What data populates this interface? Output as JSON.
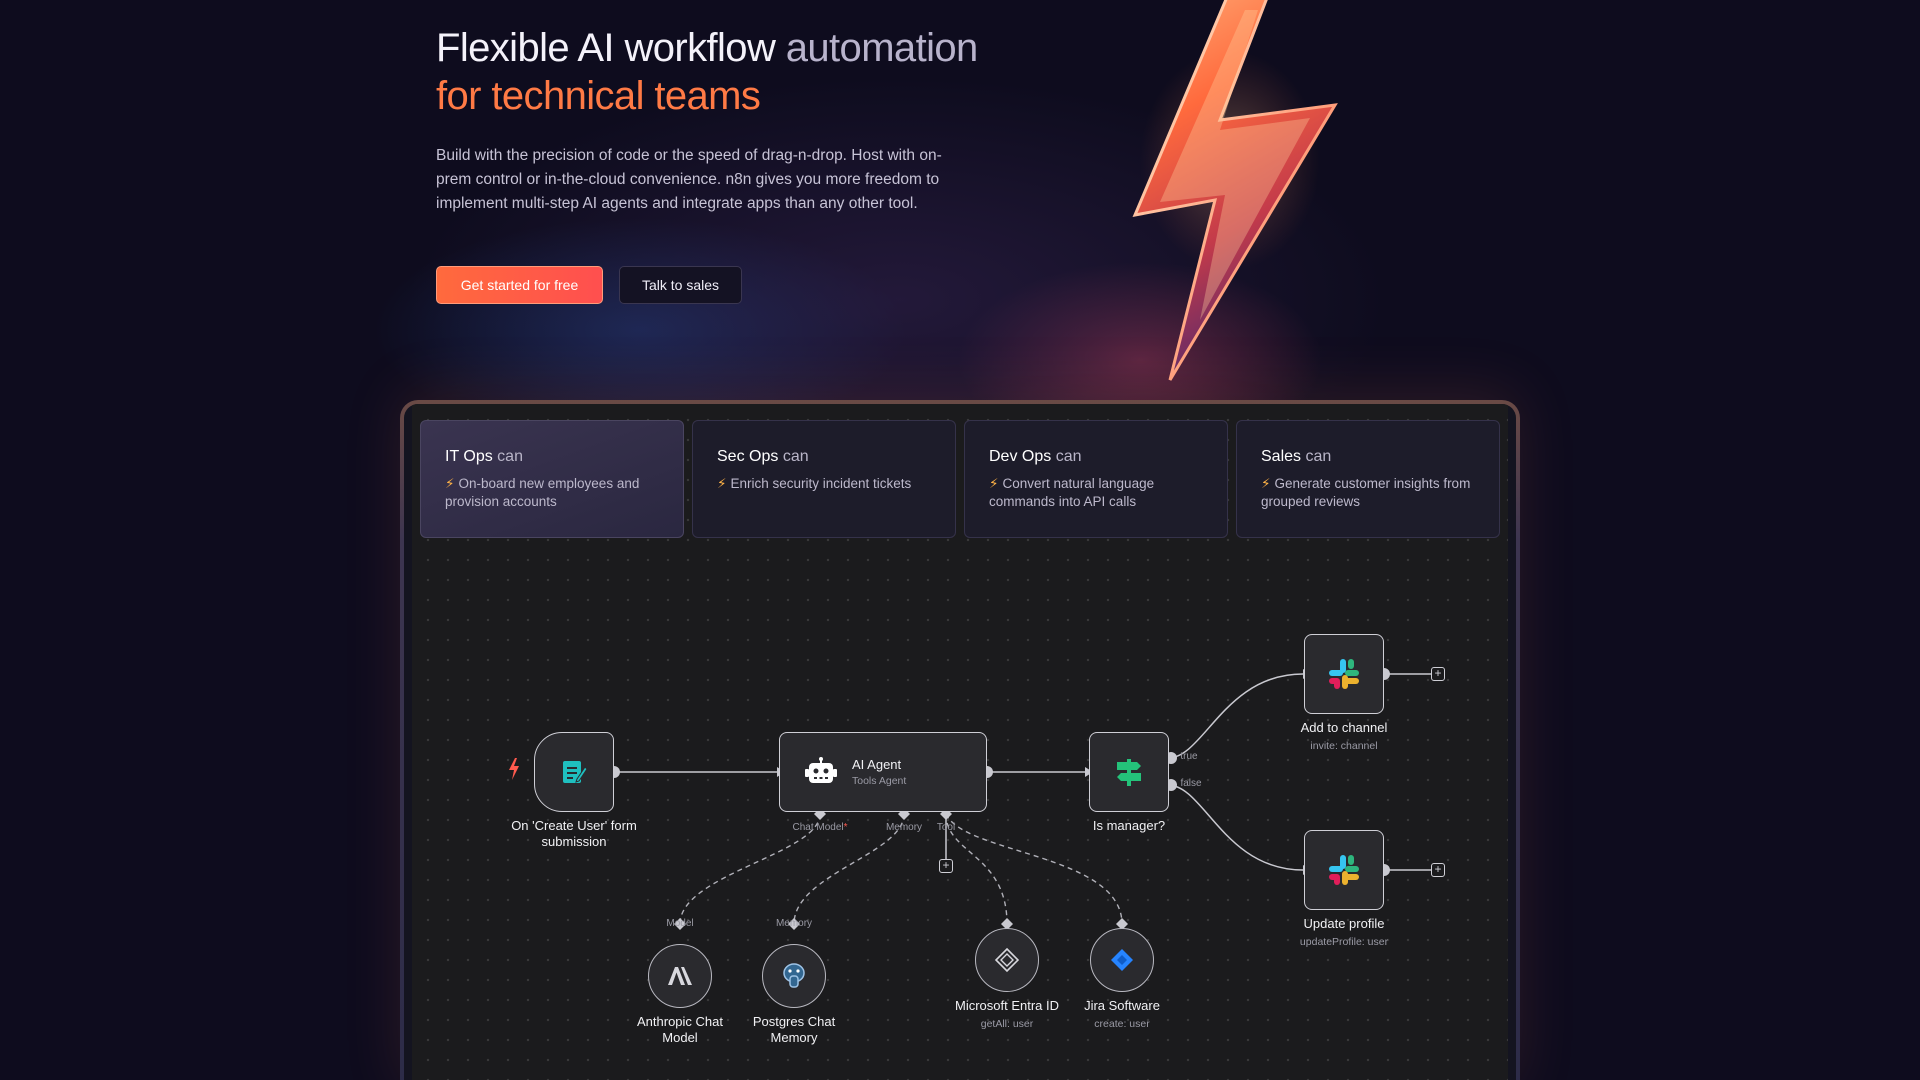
{
  "hero": {
    "title_line1_part1": "Flexible AI workflow ",
    "title_line1_part2": "automation",
    "title_line2": "for technical teams",
    "description": "Build with the precision of code or the speed of drag-n-drop. Host with on-prem control or in-the-cloud convenience. n8n gives you more freedom to implement multi-step AI agents and integrate apps than any other tool.",
    "primary_button": "Get started for free",
    "secondary_button": "Talk to sales"
  },
  "tabs": [
    {
      "team": "IT Ops",
      "can": "can",
      "desc": "On-board new employees and provision accounts",
      "active": true
    },
    {
      "team": "Sec Ops",
      "can": "can",
      "desc": "Enrich security incident tickets",
      "active": false
    },
    {
      "team": "Dev Ops",
      "can": "can",
      "desc": "Convert natural language commands into API calls",
      "active": false
    },
    {
      "team": "Sales",
      "can": "can",
      "desc": "Generate customer insights from grouped reviews",
      "active": false
    }
  ],
  "workflow": {
    "trigger": {
      "label": "On 'Create User' form submission",
      "icon": "form-icon"
    },
    "agent": {
      "title": "AI Agent",
      "subtitle": "Tools Agent",
      "icon": "robot-icon",
      "ports": {
        "chat_model": "Chat Model",
        "required_mark": "*",
        "memory": "Memory",
        "tool": "Tool"
      }
    },
    "condition": {
      "label": "Is manager?",
      "icon": "signpost-icon",
      "true_label": "true",
      "false_label": "false"
    },
    "add_to_channel": {
      "label": "Add to channel",
      "sub": "invite: channel",
      "icon": "slack-icon"
    },
    "update_profile": {
      "label": "Update profile",
      "sub": "updateProfile: user",
      "icon": "slack-icon"
    },
    "anthropic": {
      "label": "Anthropic Chat Model",
      "port": "Model",
      "icon": "anthropic-icon"
    },
    "postgres": {
      "label": "Postgres Chat Memory",
      "port": "Memory",
      "icon": "postgres-icon"
    },
    "entra": {
      "label": "Microsoft Entra ID",
      "sub": "getAll: user",
      "icon": "entra-icon"
    },
    "jira": {
      "label": "Jira Software",
      "sub": "create: user",
      "icon": "jira-icon"
    },
    "plus_symbol": "+"
  },
  "colors": {
    "accent_orange": "#ff7a45",
    "canvas_bg": "#1b1b1d",
    "node_border": "#cfcfd6",
    "trigger_red": "#ff5a4e",
    "green_node": "#24c27a",
    "jira_blue": "#2684ff"
  }
}
